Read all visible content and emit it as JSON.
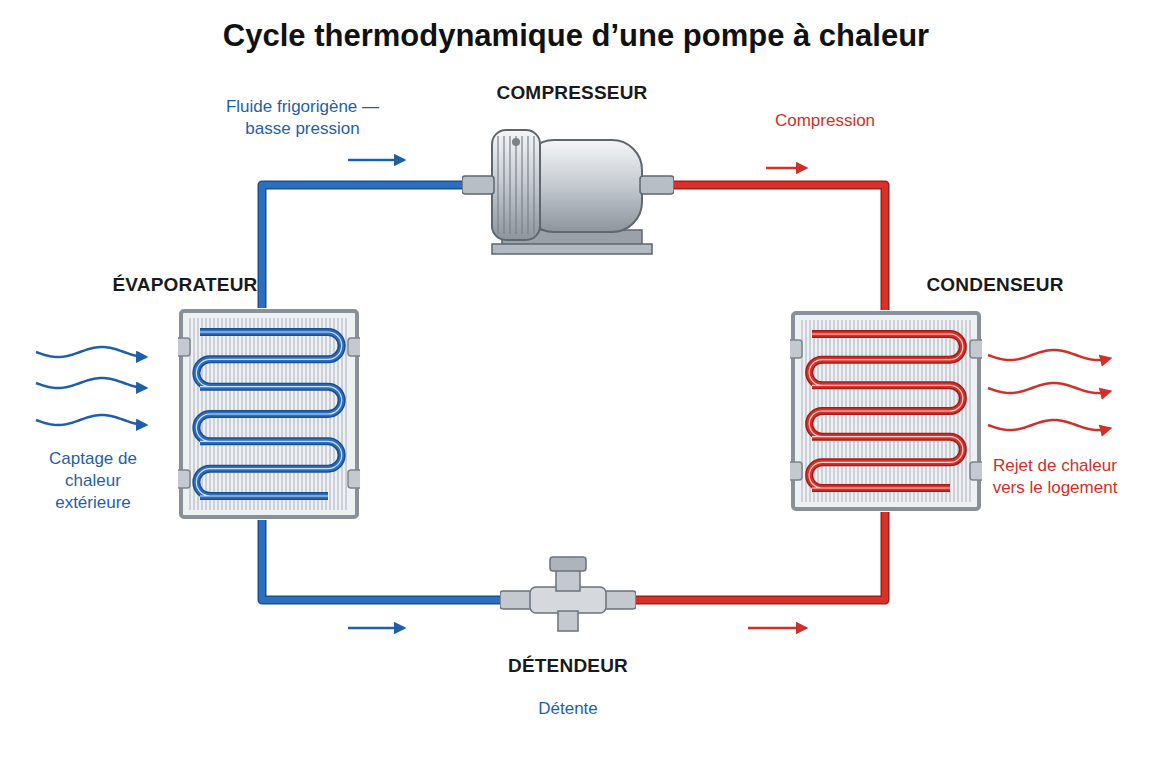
{
  "diagram": {
    "title": "Cycle thermodynamique d’une pompe à chaleur",
    "nodes": [
      {
        "text": [
          "COMPRESSEUR"
        ]
      },
      {
        "text": [
          "ÉVAPORATEUR"
        ]
      },
      {
        "text": [
          "CONDENSEUR"
        ]
      },
      {
        "text": [
          "DÉTENDEUR",
          "Détente"
        ]
      }
    ],
    "edges": [
      {
        "from": 1,
        "to": 0,
        "arrow": "none",
        "label": "Fluide frigorigène — basse pression"
      },
      {
        "from": 0,
        "to": 2,
        "arrow": "none",
        "label": "Compression"
      },
      {
        "from": 2,
        "to": 3,
        "arrow": "none"
      },
      {
        "from": 3,
        "to": 1,
        "arrow": "none"
      }
    ],
    "labels": [
      "Captage de chaleur extérieure",
      "Rejet de chaleur vers le logement"
    ]
  }
}
